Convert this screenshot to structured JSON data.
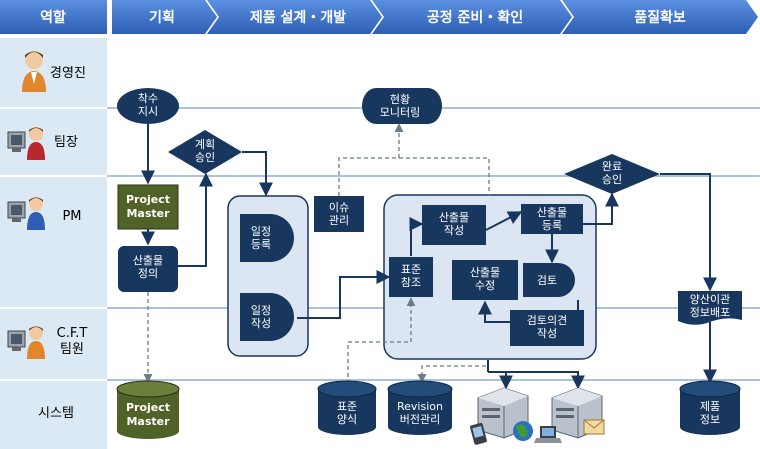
{
  "header": {
    "role_label": "역할",
    "phases": [
      "기획",
      "제품 설계・개발",
      "공정 준비・확인",
      "품질확보"
    ]
  },
  "roles": [
    "경영진",
    "팀장",
    "PM",
    "C.F.T\n팀원",
    "시스템"
  ],
  "nodes": {
    "start": "착수\n지시",
    "plan_approve": "계획\n승인",
    "project_master": "Project\nMaster",
    "deliverable_define": "산출물\n정의",
    "schedule_register": "일정\n등록",
    "schedule_write": "일정\n작성",
    "issue_manage": "이슈\n관리",
    "status_monitor": "현황\n모니터링",
    "standard_ref": "표준\n참조",
    "deliverable_write": "산출물\n작성",
    "deliverable_register": "산출물\n등록",
    "deliverable_modify": "산출물\n수정",
    "review": "검토",
    "review_opinion": "검토의견\n작성",
    "complete_approve": "완료\n승인",
    "mass_prod_info": "양산이관\n정보배포",
    "db_project_master": "Project\nMaster",
    "db_standard_form": "표준\n양식",
    "db_revision": "Revision\n버전관리",
    "db_product_info": "제품\n정보"
  },
  "colors": {
    "header_fill": "#3a6fc4",
    "lane_fill": "#dbe9f4",
    "dark_navy": "#17375e",
    "green": "#4f6228",
    "light_box": "#dce6f2"
  },
  "icons": [
    "executive-person-icon",
    "team-lead-computer-icon",
    "pm-computer-icon",
    "cft-member-computer-icon",
    "server-icon",
    "globe-icon",
    "pda-icon",
    "laptop-icon",
    "mail-icon"
  ]
}
